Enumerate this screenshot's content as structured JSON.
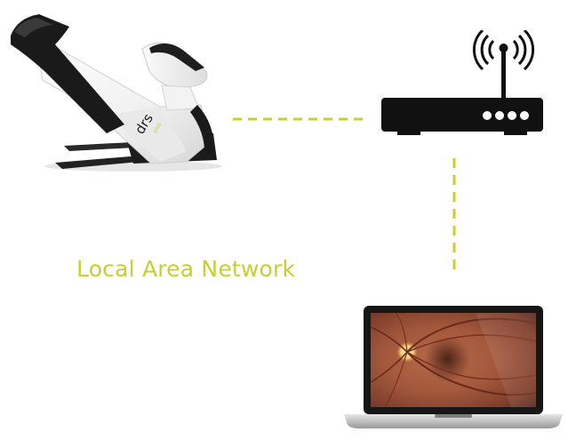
{
  "label": {
    "text": "Local Area Network"
  },
  "device": {
    "brand_text": "drs",
    "brand_sub_text": "plus"
  },
  "colors": {
    "accent": "#c8cf2e",
    "device_dark": "#1a1a1a",
    "device_body": "#f4f4f4",
    "router": "#111111"
  },
  "icons": {
    "device": "retinal-camera-icon",
    "router": "wifi-router-icon",
    "laptop": "laptop-icon"
  }
}
